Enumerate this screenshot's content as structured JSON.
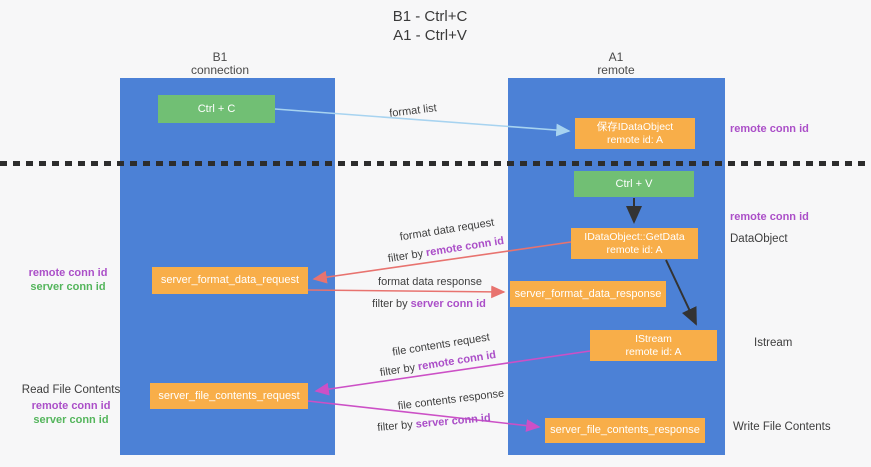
{
  "title": {
    "line1": "B1 - Ctrl+C",
    "line2": "A1 - Ctrl+V"
  },
  "columns": {
    "left": {
      "name": "B1",
      "role": "connection"
    },
    "right": {
      "name": "A1",
      "role": "remote"
    }
  },
  "boxes": {
    "ctrl_c": "Ctrl + C",
    "ctrl_v": "Ctrl + V",
    "save_idataobject": {
      "line1": "保存IDataObject",
      "line2": "remote id: A"
    },
    "getdata": {
      "line1": "IDataObject::GetData",
      "line2": "remote id: A"
    },
    "istream": {
      "line1": "IStream",
      "line2": "remote id: A"
    },
    "format_request": "server_format_data_request",
    "format_response": "server_format_data_response",
    "file_request": "server_file_contents_request",
    "file_response": "server_file_contents_response"
  },
  "flow_labels": {
    "format_list": "format list",
    "format_data_request": "format data request",
    "filter_remote_1": {
      "prefix": "filter by ",
      "highlight": "remote conn id"
    },
    "format_data_response": "format data response",
    "filter_server_1": {
      "prefix": "filter by ",
      "highlight": "server conn id"
    },
    "file_contents_request": "file contents request",
    "filter_remote_2": {
      "prefix": "filter by ",
      "highlight": "remote conn id"
    },
    "file_contents_response": "file contents response",
    "filter_server_2": {
      "prefix": "filter by ",
      "highlight": "server conn id"
    }
  },
  "side_labels": {
    "right_remote_conn_1": "remote conn id",
    "right_remote_conn_2": "remote conn id",
    "dataobject": "DataObject",
    "istream": "Istream",
    "write_file_contents": "Write File Contents",
    "left_remote_conn_1": "remote conn id",
    "left_server_conn_1": "server conn id",
    "read_file_contents": "Read File Contents",
    "left_remote_conn_2": "remote conn id",
    "left_server_conn_2": "server conn id"
  },
  "colors": {
    "column_blue": "#4c81d6",
    "box_green": "#71bf74",
    "box_orange": "#f8ae49",
    "arrow_red": "#e8736f",
    "arrow_magenta": "#cc50c6",
    "arrow_lightblue": "#a7d3f0",
    "arrow_black": "#333333",
    "text_purple": "#ab4fc8",
    "text_green": "#54b55c"
  }
}
